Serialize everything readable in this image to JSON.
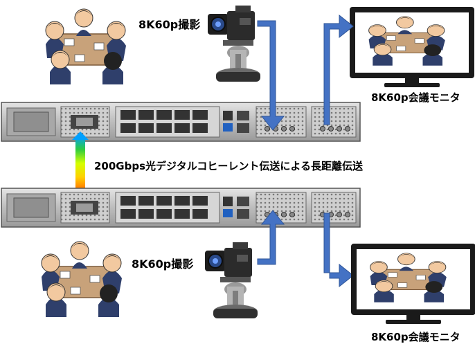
{
  "top": {
    "camera_label": "8K60p撮影",
    "monitor_label": "8K60p会議モニタ"
  },
  "bottom": {
    "camera_label": "8K60p撮影",
    "monitor_label": "8K60p会議モニタ"
  },
  "link_label": "200Gbps光デジタルコヒーレント伝送による長距離伝送",
  "colors": {
    "arrow": "#4472c4",
    "chassis": "#c9c9c9",
    "monitor_frame": "#1a1a1a",
    "table": "#c8a27a",
    "suit": "#2f3f6b"
  },
  "icons": [
    "meeting-illustration",
    "video-camera-icon",
    "network-switch",
    "monitor-icon",
    "optical-link-icon",
    "flow-arrow"
  ]
}
